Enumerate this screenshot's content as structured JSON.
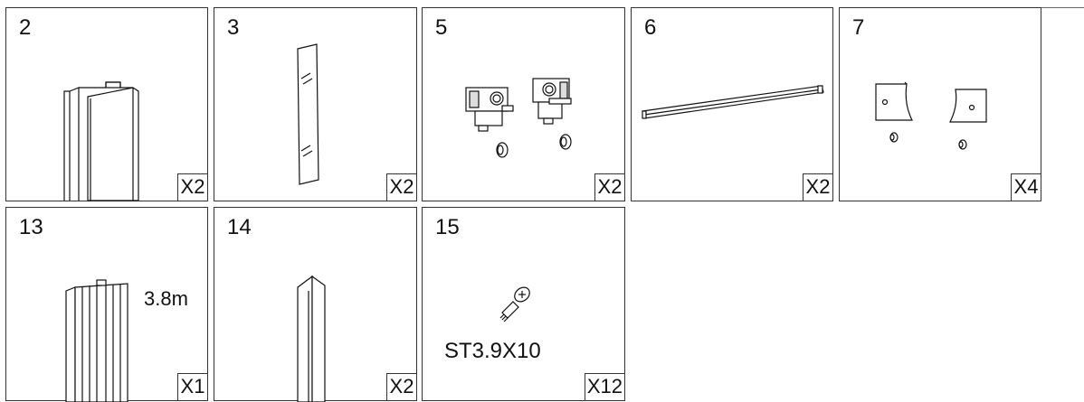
{
  "parts": [
    {
      "number": "2",
      "quantity": "X2"
    },
    {
      "number": "3",
      "quantity": "X2"
    },
    {
      "number": "5",
      "quantity": "X2"
    },
    {
      "number": "6",
      "quantity": "X2"
    },
    {
      "number": "7",
      "quantity": "X4"
    },
    {
      "number": "13",
      "quantity": "X1",
      "note": "3.8m"
    },
    {
      "number": "14",
      "quantity": "X2"
    },
    {
      "number": "15",
      "quantity": "X12",
      "note": "ST3.9X10"
    }
  ],
  "icons": [
    "wall-profile-icon",
    "glass-panel-icon",
    "roller-bracket-icon",
    "top-rail-icon",
    "stopper-block-icon",
    "long-profile-icon",
    "angle-profile-icon",
    "screw-icon"
  ]
}
